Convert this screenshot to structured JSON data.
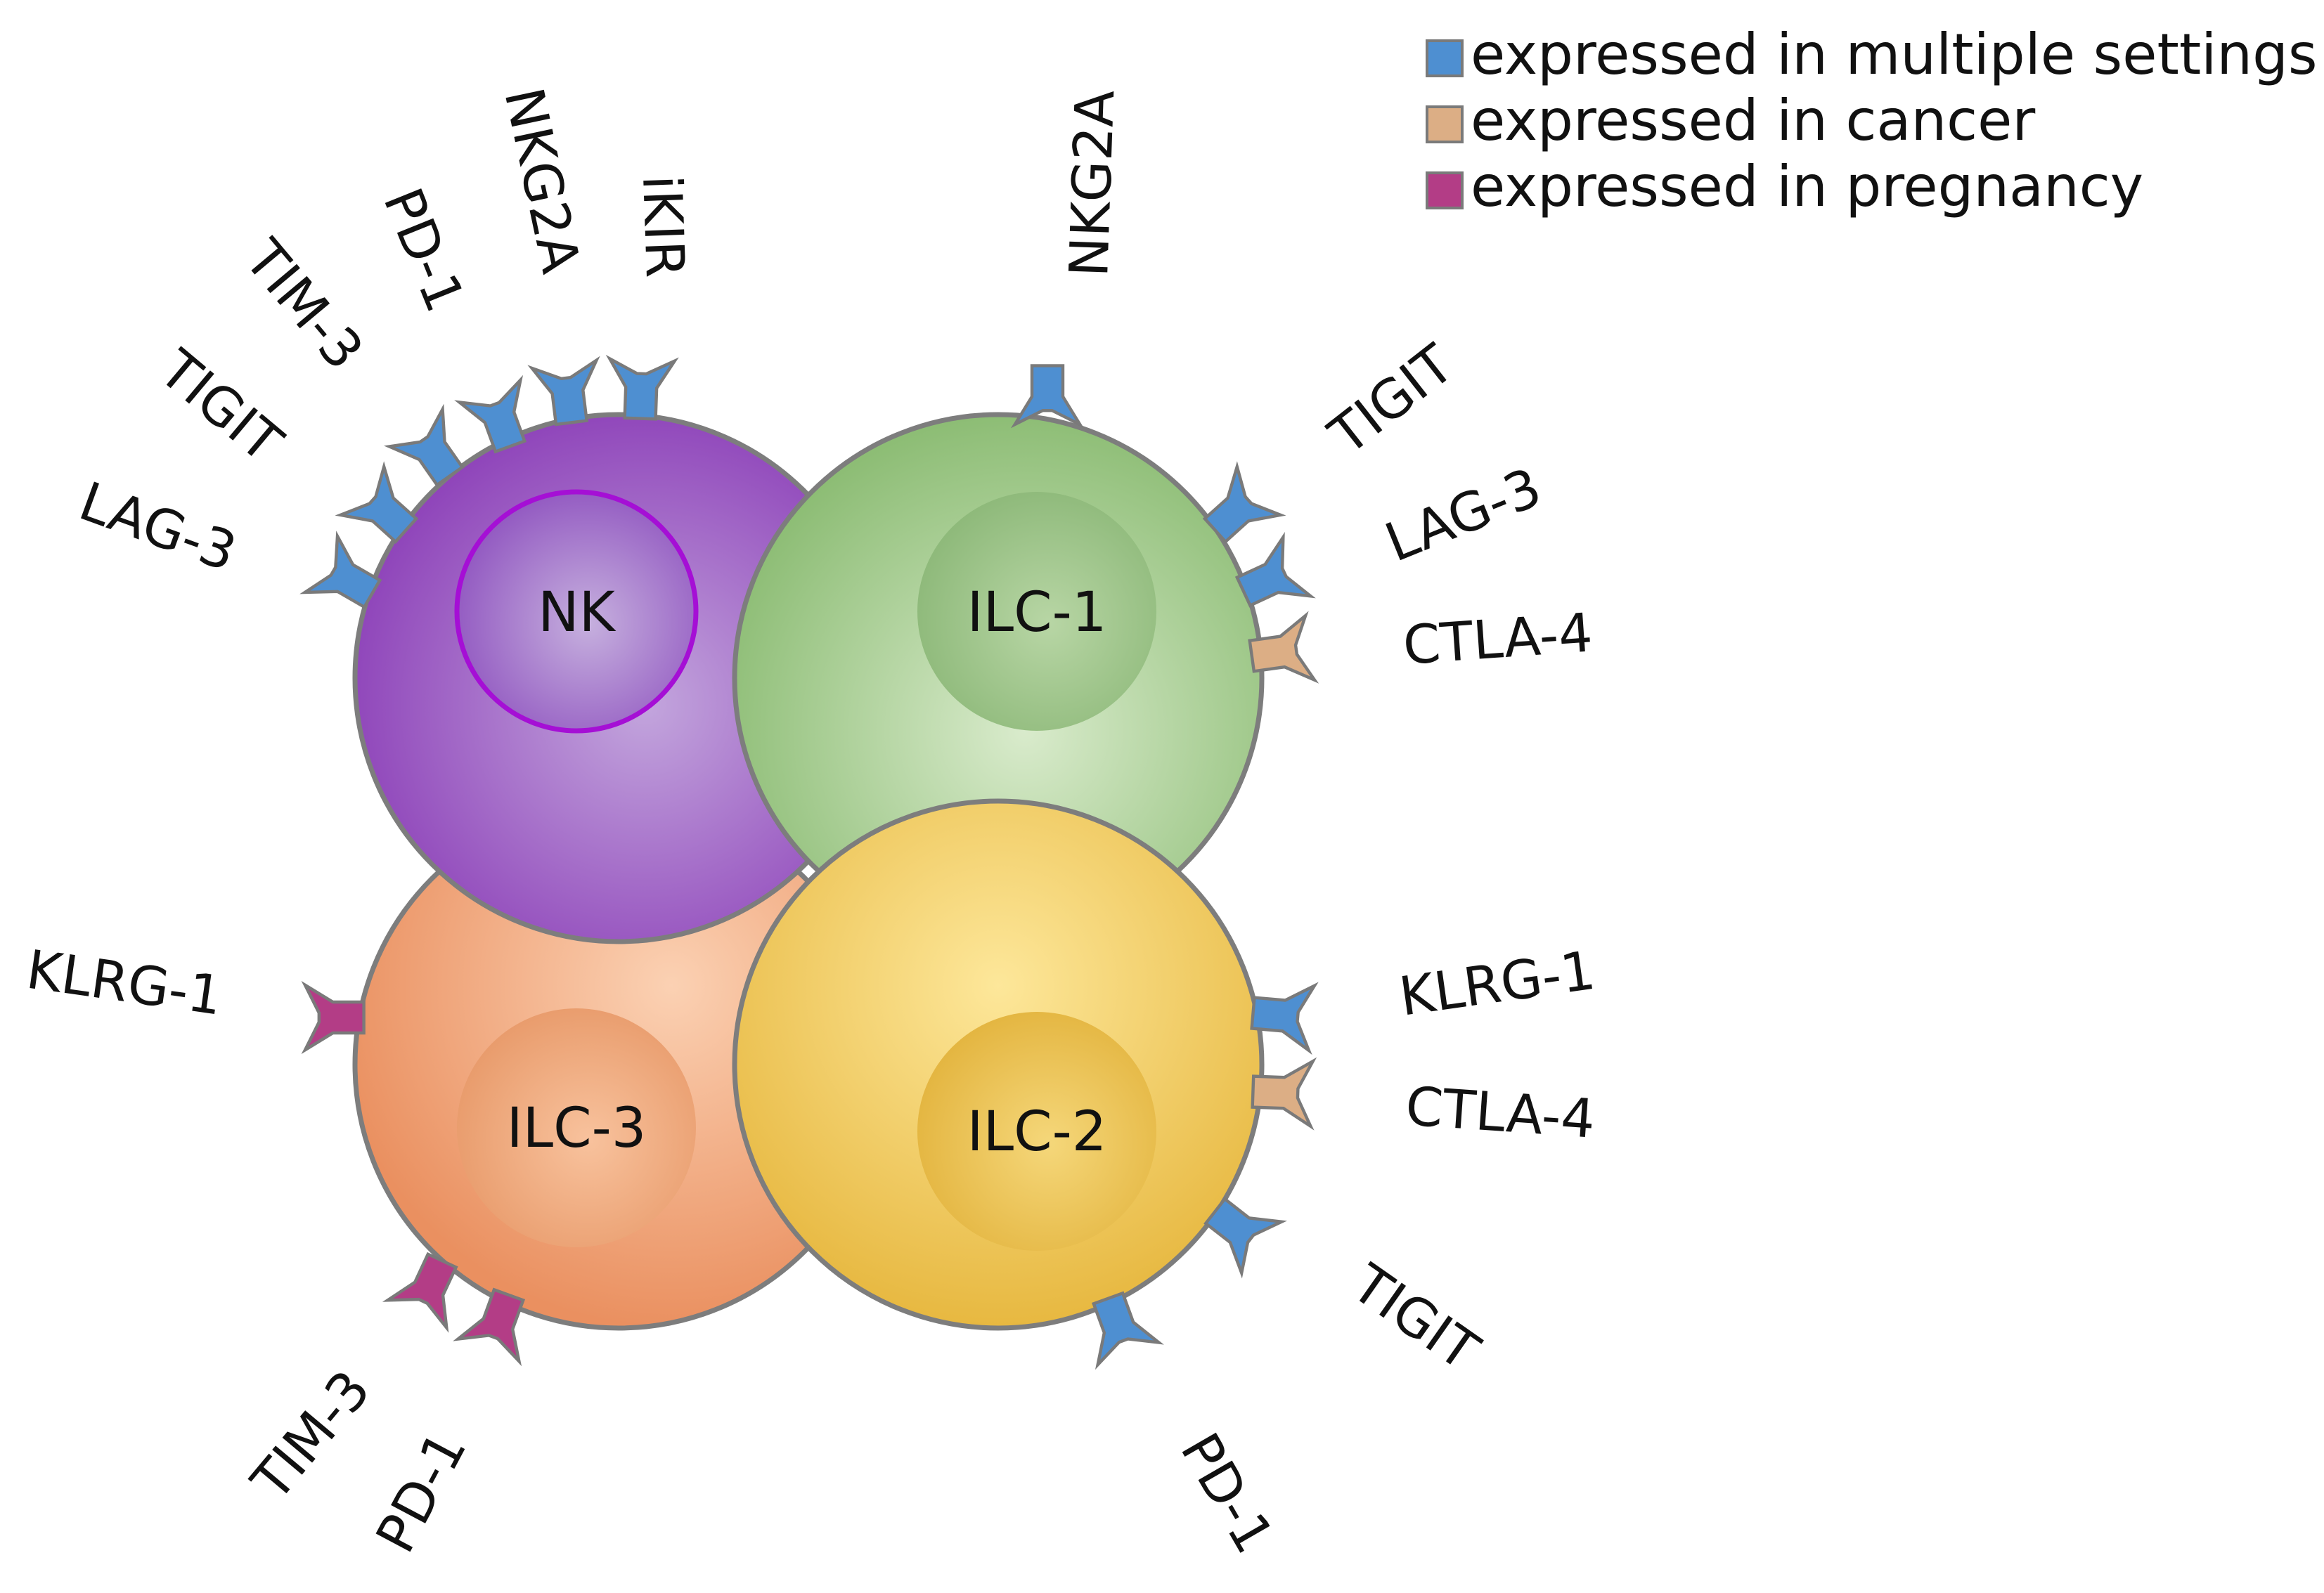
{
  "legend": {
    "items": [
      {
        "label": "expressed in multiple settings",
        "color": "#4e8fd1"
      },
      {
        "label": "expressed in cancer",
        "color": "#dcae85"
      },
      {
        "label": "expressed in pregnancy",
        "color": "#b33d86"
      }
    ]
  },
  "cells": {
    "nk": {
      "label": "NK"
    },
    "ilc1": {
      "label": "ILC-1"
    },
    "ilc2": {
      "label": "ILC-2"
    },
    "ilc3": {
      "label": "ILC-3"
    }
  },
  "receptors": {
    "nk": {
      "lag3": "LAG-3",
      "tigit": "TIGIT",
      "tim3": "TIM-3",
      "pd1": "PD-1",
      "nkg2a": "NKG2A",
      "ikir": "iKIR"
    },
    "ilc1": {
      "nkg2a": "NKG2A",
      "tigit": "TIGIT",
      "lag3": "LAG-3",
      "ctla4": "CTLA-4"
    },
    "ilc3": {
      "klrg1": "KLRG-1",
      "tim3": "TIM-3",
      "pd1": "PD-1"
    },
    "ilc2": {
      "klrg1": "KLRG-1",
      "ctla4": "CTLA-4",
      "tigit": "TIGIT",
      "pd1": "PD-1"
    }
  },
  "colors": {
    "multiple": "#4e8fd1",
    "cancer": "#dcae85",
    "pregnancy": "#b33d86",
    "nk": "#9b4fc4",
    "ilc1": "#9dc487",
    "ilc2": "#f2cc5c",
    "ilc3": "#f0a070"
  }
}
